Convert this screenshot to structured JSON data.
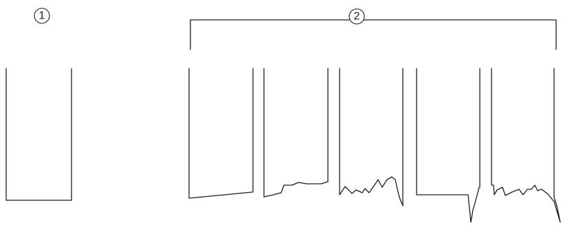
{
  "callouts": [
    {
      "id": "callout-1",
      "label": "1"
    },
    {
      "id": "callout-2",
      "label": "2"
    }
  ],
  "figures": {
    "reference": {
      "name": "reference-cut-profile",
      "callout": "1"
    },
    "group": {
      "callout": "2",
      "items": [
        {
          "name": "cut-profile-slanted"
        },
        {
          "name": "cut-profile-slightly-rough"
        },
        {
          "name": "cut-profile-rough"
        },
        {
          "name": "cut-profile-burr-left"
        },
        {
          "name": "cut-profile-burr-right"
        }
      ]
    }
  },
  "style": {
    "line_color": "#1a1a1a",
    "background": "#ffffff"
  }
}
